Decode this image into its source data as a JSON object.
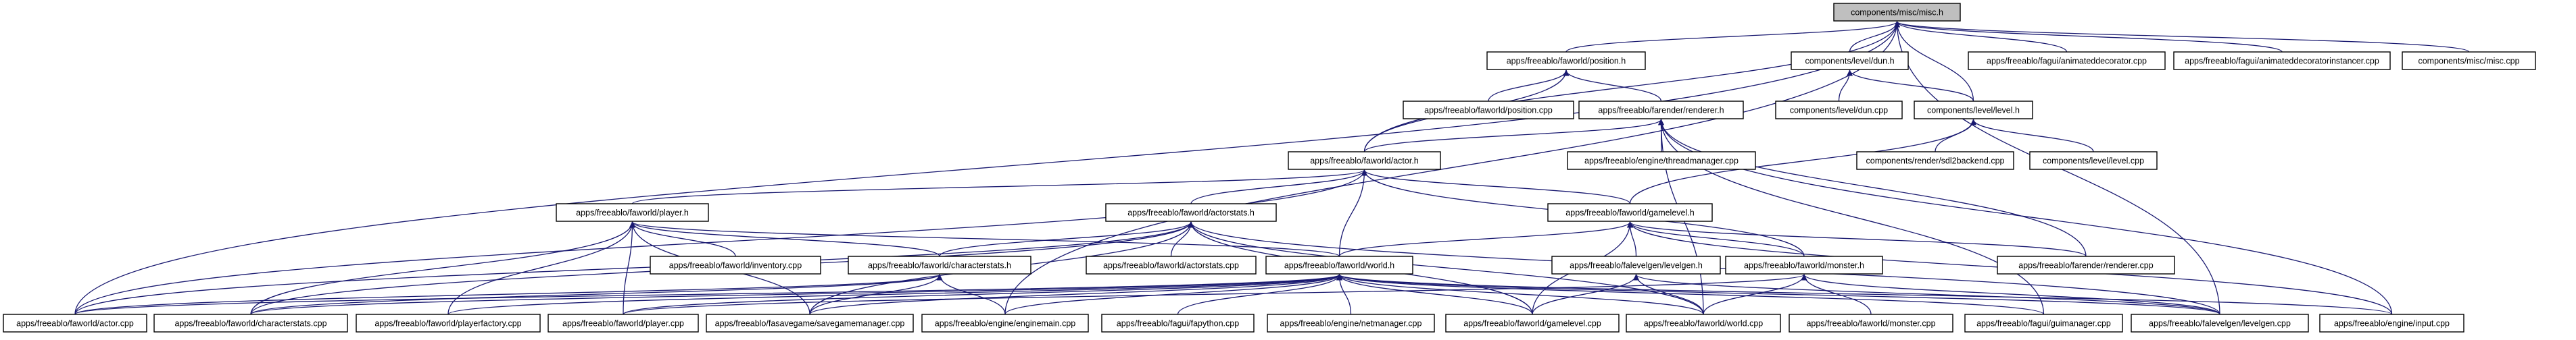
{
  "colors": {
    "edge": "#191970",
    "root_fill": "#bfbfbf",
    "node_fill": "#ffffff",
    "border": "#000000"
  },
  "nodes": [
    {
      "id": "misc_h",
      "label": "components/misc/misc.h",
      "root": true
    },
    {
      "id": "position_h",
      "label": "apps/freeablo/faworld/position.h"
    },
    {
      "id": "dun_h",
      "label": "components/level/dun.h"
    },
    {
      "id": "animdec_cpp",
      "label": "apps/freeablo/fagui/animateddecorator.cpp"
    },
    {
      "id": "animdecinst_cpp",
      "label": "apps/freeablo/fagui/animateddecoratorinstancer.cpp"
    },
    {
      "id": "misc_cpp",
      "label": "components/misc/misc.cpp"
    },
    {
      "id": "position_cpp",
      "label": "apps/freeablo/faworld/position.cpp"
    },
    {
      "id": "renderer_h",
      "label": "apps/freeablo/farender/renderer.h"
    },
    {
      "id": "dun_cpp",
      "label": "components/level/dun.cpp"
    },
    {
      "id": "level_h",
      "label": "components/level/level.h"
    },
    {
      "id": "actor_h",
      "label": "apps/freeablo/faworld/actor.h"
    },
    {
      "id": "threadmanager_cpp",
      "label": "apps/freeablo/engine/threadmanager.cpp"
    },
    {
      "id": "sdl2backend_cpp",
      "label": "components/render/sdl2backend.cpp"
    },
    {
      "id": "level_cpp",
      "label": "components/level/level.cpp"
    },
    {
      "id": "player_h",
      "label": "apps/freeablo/faworld/player.h"
    },
    {
      "id": "actorstats_h",
      "label": "apps/freeablo/faworld/actorstats.h"
    },
    {
      "id": "gamelevel_h",
      "label": "apps/freeablo/faworld/gamelevel.h"
    },
    {
      "id": "inventory_cpp",
      "label": "apps/freeablo/faworld/inventory.cpp"
    },
    {
      "id": "characterstats_h",
      "label": "apps/freeablo/faworld/characterstats.h"
    },
    {
      "id": "actorstats_cpp",
      "label": "apps/freeablo/faworld/actorstats.cpp"
    },
    {
      "id": "world_h",
      "label": "apps/freeablo/faworld/world.h"
    },
    {
      "id": "levelgen_h",
      "label": "apps/freeablo/falevelgen/levelgen.h"
    },
    {
      "id": "monster_h",
      "label": "apps/freeablo/faworld/monster.h"
    },
    {
      "id": "renderer_cpp",
      "label": "apps/freeablo/farender/renderer.cpp"
    },
    {
      "id": "actor_cpp",
      "label": "apps/freeablo/faworld/actor.cpp"
    },
    {
      "id": "characterstats_cpp",
      "label": "apps/freeablo/faworld/characterstats.cpp"
    },
    {
      "id": "playerfactory_cpp",
      "label": "apps/freeablo/faworld/playerfactory.cpp"
    },
    {
      "id": "player_cpp",
      "label": "apps/freeablo/faworld/player.cpp"
    },
    {
      "id": "savegamemanager_cpp",
      "label": "apps/freeablo/fasavegame/savegamemanager.cpp"
    },
    {
      "id": "enginemain_cpp",
      "label": "apps/freeablo/engine/enginemain.cpp"
    },
    {
      "id": "fapython_cpp",
      "label": "apps/freeablo/fagui/fapython.cpp"
    },
    {
      "id": "netmanager_cpp",
      "label": "apps/freeablo/engine/netmanager.cpp"
    },
    {
      "id": "gamelevel_cpp",
      "label": "apps/freeablo/faworld/gamelevel.cpp"
    },
    {
      "id": "world_cpp",
      "label": "apps/freeablo/faworld/world.cpp"
    },
    {
      "id": "monster_cpp",
      "label": "apps/freeablo/faworld/monster.cpp"
    },
    {
      "id": "guimanager_cpp",
      "label": "apps/freeablo/fagui/guimanager.cpp"
    },
    {
      "id": "levelgen_cpp",
      "label": "apps/freeablo/falevelgen/levelgen.cpp"
    },
    {
      "id": "input_cpp",
      "label": "apps/freeablo/engine/input.cpp"
    }
  ],
  "edges": [
    [
      "position_h",
      "misc_h"
    ],
    [
      "dun_h",
      "misc_h"
    ],
    [
      "animdec_cpp",
      "misc_h"
    ],
    [
      "animdecinst_cpp",
      "misc_h"
    ],
    [
      "misc_cpp",
      "misc_h"
    ],
    [
      "actor_h",
      "misc_h"
    ],
    [
      "actor_cpp",
      "misc_h"
    ],
    [
      "enginemain_cpp",
      "misc_h"
    ],
    [
      "level_h",
      "misc_h"
    ],
    [
      "levelgen_cpp",
      "misc_h"
    ],
    [
      "position_cpp",
      "position_h"
    ],
    [
      "renderer_h",
      "position_h"
    ],
    [
      "actor_h",
      "position_h"
    ],
    [
      "dun_cpp",
      "dun_h"
    ],
    [
      "level_h",
      "dun_h"
    ],
    [
      "actor_h",
      "renderer_h"
    ],
    [
      "threadmanager_cpp",
      "renderer_h"
    ],
    [
      "renderer_cpp",
      "renderer_h"
    ],
    [
      "input_cpp",
      "renderer_h"
    ],
    [
      "world_cpp",
      "renderer_h"
    ],
    [
      "guimanager_cpp",
      "renderer_h"
    ],
    [
      "sdl2backend_cpp",
      "level_h"
    ],
    [
      "level_cpp",
      "level_h"
    ],
    [
      "gamelevel_h",
      "level_h"
    ],
    [
      "player_h",
      "actor_h"
    ],
    [
      "actorstats_h",
      "actor_h"
    ],
    [
      "world_h",
      "actor_h"
    ],
    [
      "actor_cpp",
      "actor_h"
    ],
    [
      "monster_h",
      "actor_h"
    ],
    [
      "gamelevel_h",
      "actor_h"
    ],
    [
      "inventory_cpp",
      "player_h"
    ],
    [
      "characterstats_h",
      "player_h"
    ],
    [
      "world_h",
      "player_h"
    ],
    [
      "characterstats_cpp",
      "player_h"
    ],
    [
      "playerfactory_cpp",
      "player_h"
    ],
    [
      "player_cpp",
      "player_h"
    ],
    [
      "savegamemanager_cpp",
      "player_h"
    ],
    [
      "characterstats_h",
      "actorstats_h"
    ],
    [
      "actorstats_cpp",
      "actorstats_h"
    ],
    [
      "actor_cpp",
      "actorstats_h"
    ],
    [
      "characterstats_cpp",
      "actorstats_h"
    ],
    [
      "gamelevel_cpp",
      "actorstats_h"
    ],
    [
      "world_cpp",
      "actorstats_h"
    ],
    [
      "levelgen_cpp",
      "actorstats_h"
    ],
    [
      "savegamemanager_cpp",
      "actorstats_h"
    ],
    [
      "world_h",
      "gamelevel_h"
    ],
    [
      "levelgen_h",
      "gamelevel_h"
    ],
    [
      "monster_h",
      "gamelevel_h"
    ],
    [
      "renderer_cpp",
      "gamelevel_h"
    ],
    [
      "gamelevel_cpp",
      "gamelevel_h"
    ],
    [
      "input_cpp",
      "gamelevel_h"
    ],
    [
      "actor_cpp",
      "characterstats_h"
    ],
    [
      "characterstats_cpp",
      "characterstats_h"
    ],
    [
      "enginemain_cpp",
      "characterstats_h"
    ],
    [
      "savegamemanager_cpp",
      "characterstats_h"
    ],
    [
      "actor_cpp",
      "world_h"
    ],
    [
      "characterstats_cpp",
      "world_h"
    ],
    [
      "playerfactory_cpp",
      "world_h"
    ],
    [
      "player_cpp",
      "world_h"
    ],
    [
      "savegamemanager_cpp",
      "world_h"
    ],
    [
      "enginemain_cpp",
      "world_h"
    ],
    [
      "fapython_cpp",
      "world_h"
    ],
    [
      "netmanager_cpp",
      "world_h"
    ],
    [
      "gamelevel_cpp",
      "world_h"
    ],
    [
      "world_cpp",
      "world_h"
    ],
    [
      "guimanager_cpp",
      "world_h"
    ],
    [
      "levelgen_cpp",
      "world_h"
    ],
    [
      "input_cpp",
      "world_h"
    ],
    [
      "gamelevel_cpp",
      "levelgen_h"
    ],
    [
      "world_cpp",
      "levelgen_h"
    ],
    [
      "levelgen_cpp",
      "levelgen_h"
    ],
    [
      "world_cpp",
      "monster_h"
    ],
    [
      "monster_cpp",
      "monster_h"
    ],
    [
      "player_cpp",
      "monster_h"
    ],
    [
      "levelgen_cpp",
      "monster_h"
    ]
  ]
}
